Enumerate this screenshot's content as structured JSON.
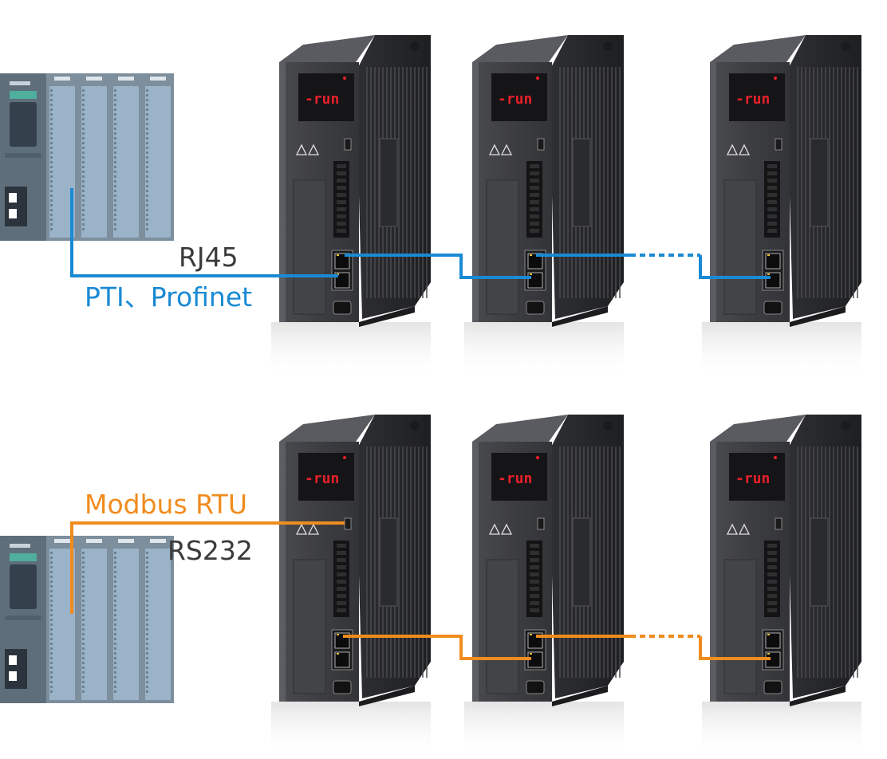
{
  "colors": {
    "profinet_line": "#1a8ad4",
    "modbus_line": "#f08c1e",
    "label_dark": "#3a3a3a",
    "display_red": "#e8202a",
    "plc_body": "#5f6e7b",
    "plc_module": "#9bb3c8",
    "drive_body": "#3c3d40"
  },
  "top_network": {
    "cable_label": "RJ45",
    "protocol_label": "PTI、Profinet"
  },
  "bottom_network": {
    "protocol_label": "Modbus RTU",
    "cable_label": "RS232"
  },
  "drive": {
    "display_text": "-run"
  }
}
